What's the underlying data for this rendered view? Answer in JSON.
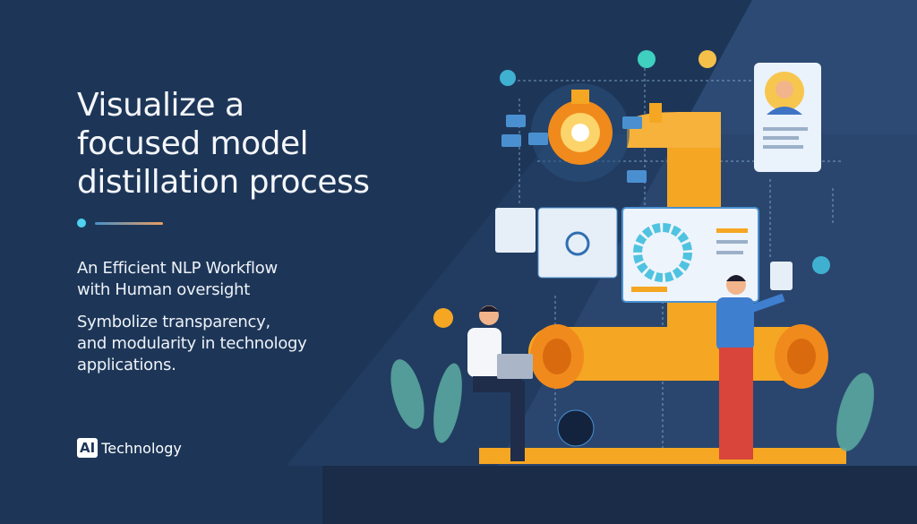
{
  "title_lines": [
    "Visualize a",
    "focused model",
    "distillation process"
  ],
  "subtitle_lines": [
    "An Efficient NLP Workflow",
    "with Human oversight"
  ],
  "body_lines": [
    "Symbolize transparency,",
    "and modularity in technology",
    "applications."
  ],
  "brand": {
    "badge": "AI",
    "label": "Technology"
  },
  "colors": {
    "background": "#1d3658",
    "panel": "#2c4a73",
    "accent_orange": "#f5a623",
    "accent_cyan": "#4fd1f0"
  }
}
